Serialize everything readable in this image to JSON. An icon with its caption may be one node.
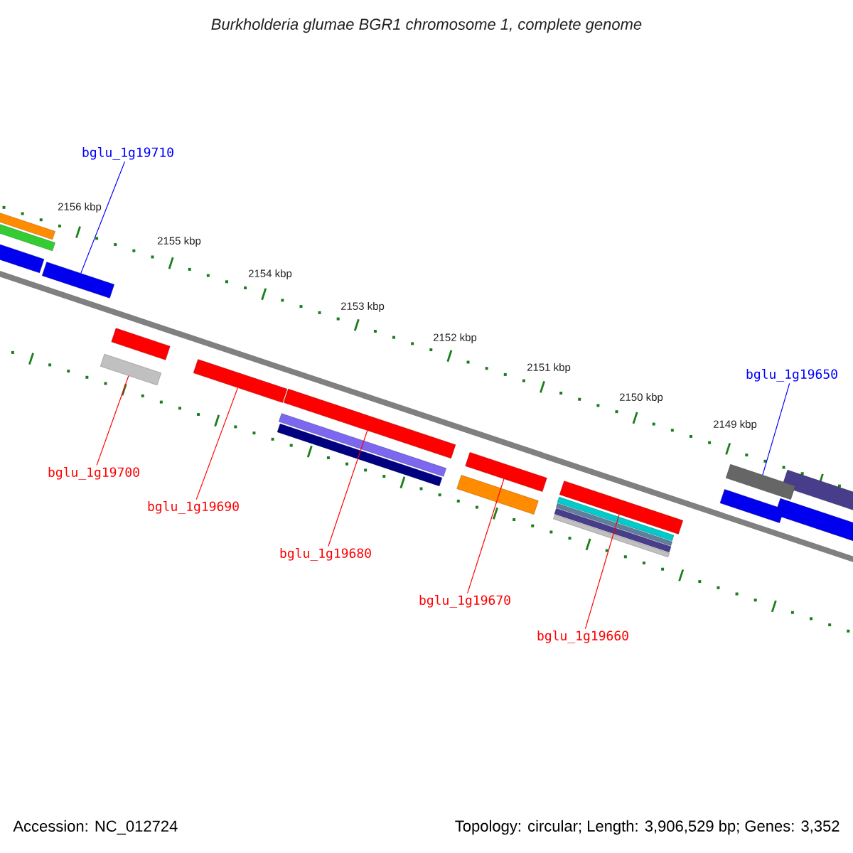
{
  "diagram": {
    "title": "Burkholderia glumae BGR1 chromosome 1, complete genome",
    "nodes": [
      {
        "text": [
          "bglu_1g19710"
        ]
      },
      {
        "text": [],
        "shape": "bar"
      },
      {
        "text": [
          "bglu_1g19700"
        ]
      },
      {
        "text": [],
        "shape": "bar"
      },
      {
        "text": [
          "bglu_1g19690"
        ]
      },
      {
        "text": [],
        "shape": "bar"
      },
      {
        "text": [
          "bglu_1g19680"
        ]
      },
      {
        "text": [],
        "shape": "bar"
      },
      {
        "text": [
          "bglu_1g19670"
        ]
      },
      {
        "text": [],
        "shape": "bar"
      },
      {
        "text": [
          "bglu_1g19660"
        ]
      },
      {
        "text": [],
        "shape": "bar"
      },
      {
        "text": [
          "bglu_1g19650"
        ]
      },
      {
        "text": [],
        "shape": "bar"
      },
      {
        "text": [],
        "shape": "bar"
      },
      {
        "text": [],
        "shape": "bar"
      }
    ],
    "edges": [
      {
        "from": 0,
        "to": 1,
        "arrow": "none",
        "color": "#0000ff"
      },
      {
        "from": 2,
        "to": 3,
        "arrow": "none"
      },
      {
        "from": 4,
        "to": 5,
        "arrow": "none"
      },
      {
        "from": 6,
        "to": 7,
        "arrow": "none"
      },
      {
        "from": 8,
        "to": 9,
        "arrow": "none"
      },
      {
        "from": 10,
        "to": 11,
        "arrow": "none"
      },
      {
        "from": 12,
        "to": 13,
        "arrow": "none",
        "color": "#0000ff"
      }
    ],
    "labels": [
      "2156 kbp",
      "2155 kbp",
      "2154 kbp",
      "2153 kbp",
      "2152 kbp",
      "2151 kbp",
      "2150 kbp",
      "2149 kbp",
      "Accession: NC_012724",
      "Topology: circular; Length: 3,906,529 bp; Genes: 3,352"
    ]
  }
}
